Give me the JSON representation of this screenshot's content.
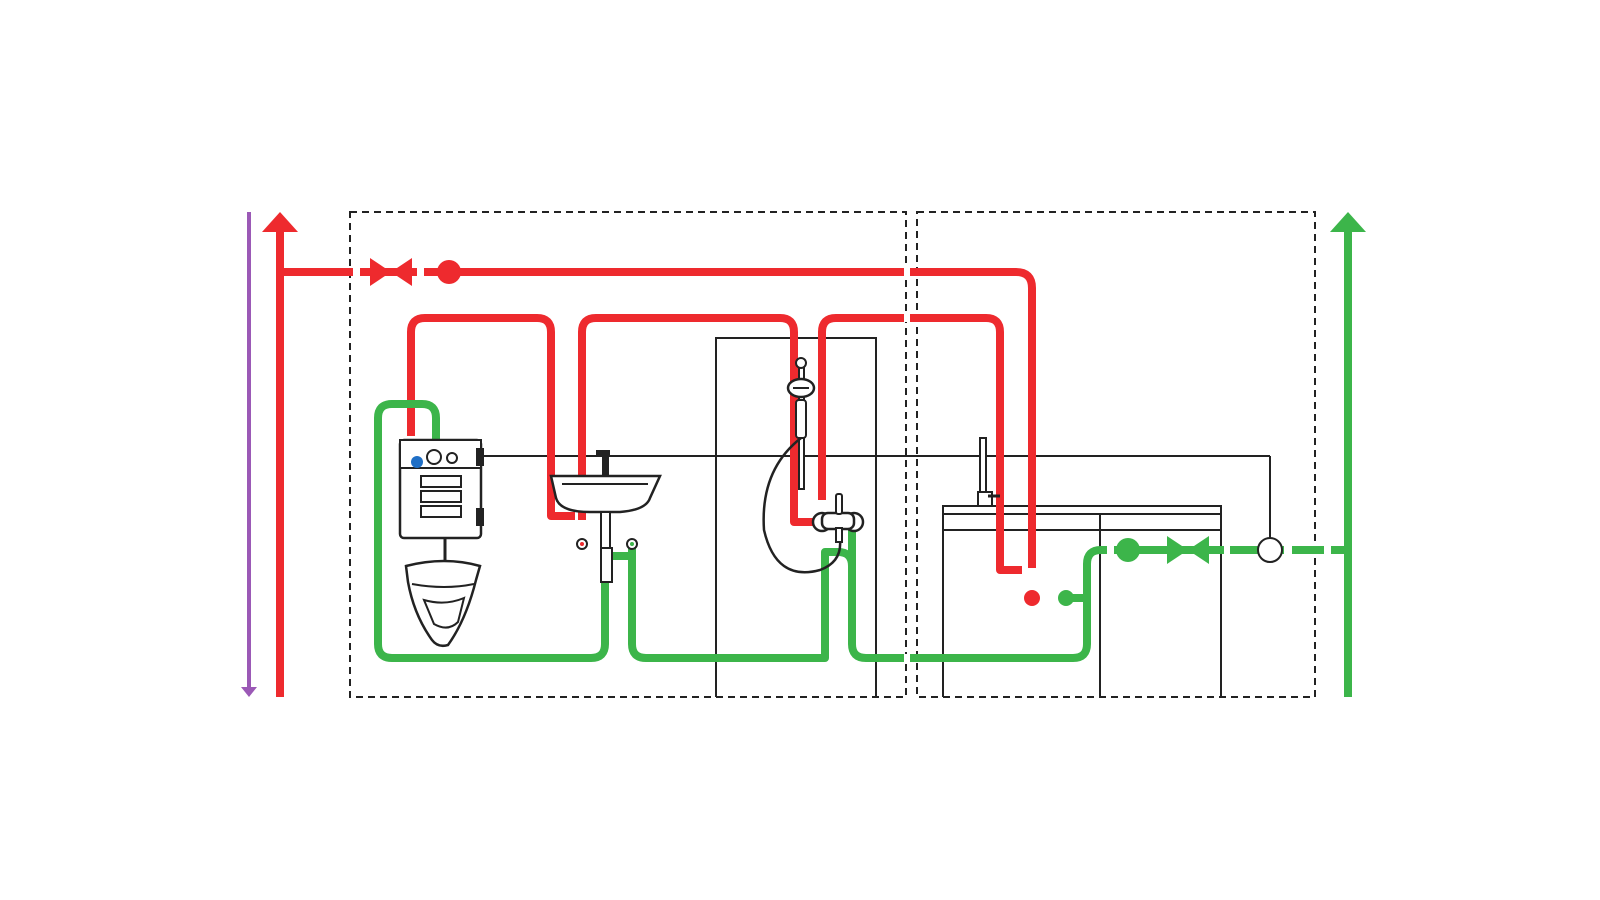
{
  "colors": {
    "hot": "#ee2a2e",
    "cold": "#3cb54a",
    "drain": "#9b59b6",
    "outline": "#222222",
    "cistern_blue": "#1f6fc6",
    "background": "#ffffff"
  },
  "diagram": {
    "zones": [
      "bathroom-zone",
      "kitchen-zone"
    ],
    "fixtures": [
      "wc-cistern",
      "wc-bowl",
      "washbasin",
      "shower",
      "kitchen-sink",
      "kitchen-cabinet"
    ],
    "pipes": [
      "hot-water-riser",
      "cold-water-riser",
      "drain-riser",
      "hot-supply-main",
      "cold-supply-main"
    ],
    "fittings": [
      "hot-shutoff-valve",
      "hot-circulation-point",
      "cold-shutoff-valve",
      "cold-meter-point",
      "water-meter"
    ],
    "icons": [
      "arrow-up-icon",
      "arrow-down-icon",
      "valve-icon",
      "shower-head-icon",
      "faucet-icon"
    ]
  }
}
